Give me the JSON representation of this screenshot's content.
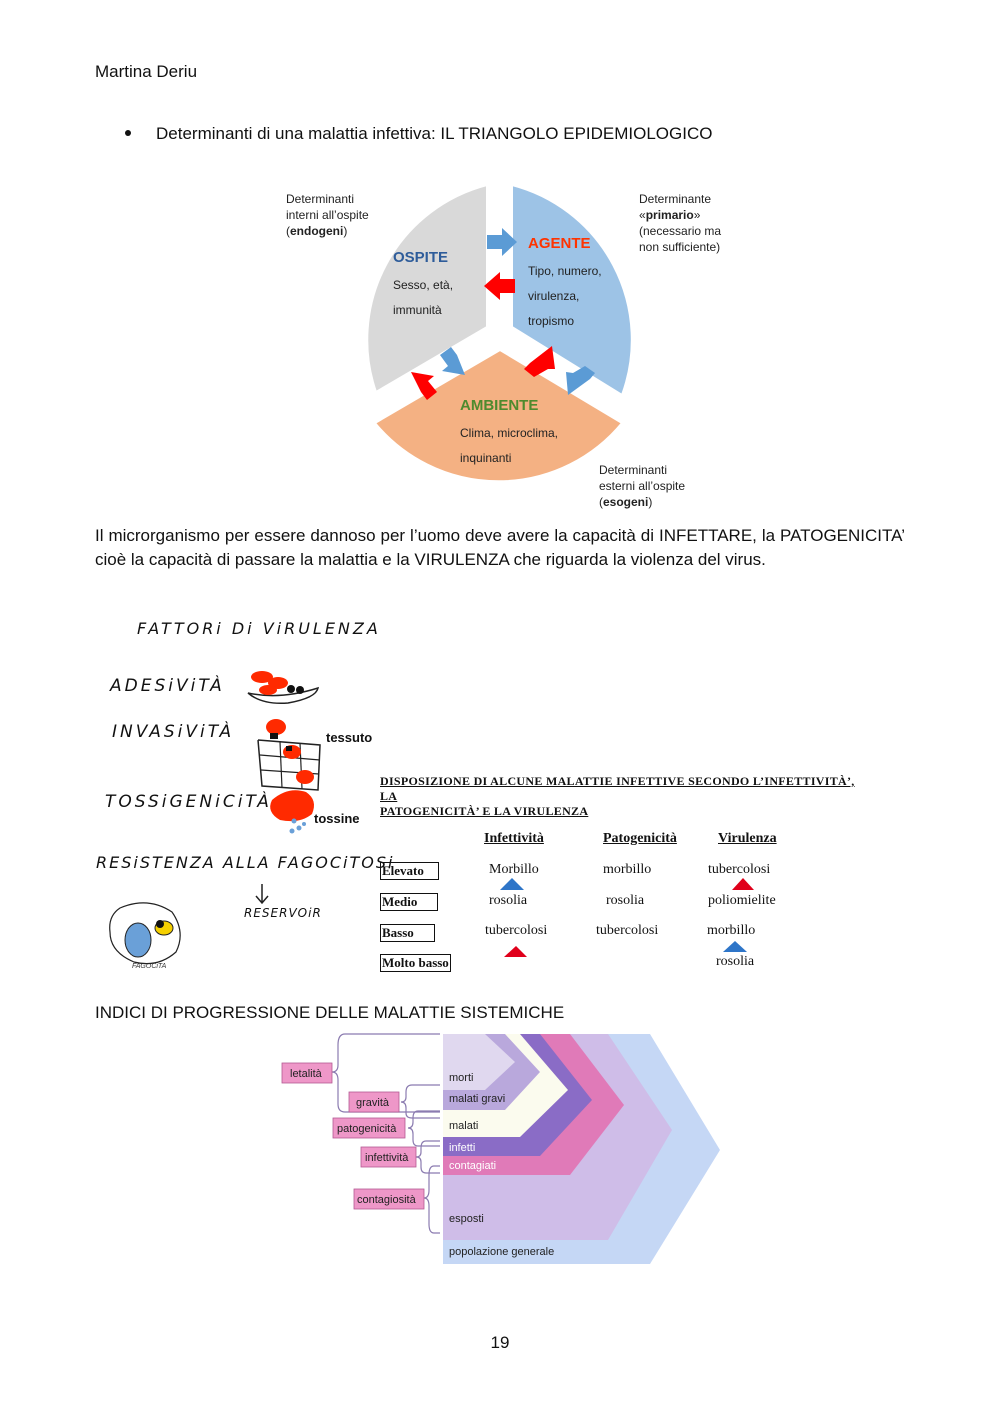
{
  "header": {
    "author": "Martina Deriu"
  },
  "bullet": {
    "text": "Determinanti di una malattia infettiva: IL TRIANGOLO EPIDEMIOLOGICO"
  },
  "triangle": {
    "ospite": {
      "title": "OSPITE",
      "l1": "Sesso, età,",
      "l2": "immunità"
    },
    "agente": {
      "title": "AGENTE",
      "l1": "Tipo, numero,",
      "l2": "virulenza,",
      "l3": "tropismo"
    },
    "ambiente": {
      "title": "AMBIENTE",
      "l1": "Clima, microclima,",
      "l2": "inquinanti"
    },
    "note_left": {
      "l1": "Determinanti",
      "l2": "interni all’ospite",
      "l3_open": "(",
      "l3_bold": "endogeni",
      "l3_close": ")"
    },
    "note_right": {
      "l1": "Determinante",
      "l2_open": "«",
      "l2_bold": "primario",
      "l2_close": "»",
      "l3": "(necessario ma",
      "l4": "non sufficiente)"
    },
    "note_bottom": {
      "l1": "Determinanti",
      "l2": "esterni all’ospite",
      "l3_open": "(",
      "l3_bold": "esogeni",
      "l3_close": ")"
    },
    "colors": {
      "ospite": "#d9d9d9",
      "agente": "#9dc3e6",
      "ambiente": "#f4b183",
      "arrow_blue": "#5b9bd5",
      "arrow_red": "#ff0000"
    }
  },
  "paragraph": "Il microrganismo per essere dannoso per l’uomo deve avere la capacità di INFETTARE, la PATOGENICITA’ cioè la capacità di passare la malattia e la VIRULENZA che riguarda la violenza del virus.",
  "sketch": {
    "title": "FATTORi Di ViRULENZA",
    "adesivita": "ADESiViTÀ",
    "invasivita": "INVASiViTÀ",
    "tessuto": "tessuto",
    "tossigenicita": "TOSSiGENiCiTÀ",
    "tossine": "tossine",
    "resistenza": "RESiSTENZA ALLA FAGOCiTOSi",
    "reservoir": "RESERVOiR",
    "fagocita": "FAGOCiTA"
  },
  "table": {
    "title_l1": "DISPOSIZIONE DI ALCUNE MALATTIE INFETTIVE SECONDO L’INFETTIVITÀ’, LA",
    "title_l2": "PATOGENICITÀ’ E LA VIRULENZA",
    "headers": [
      "Infettività",
      "Patogenicità",
      "Virulenza"
    ],
    "rows": [
      {
        "label": "Elevato",
        "cells": [
          "Morbillo",
          "morbillo",
          "tubercolosi"
        ]
      },
      {
        "label": "Medio",
        "cells": [
          "rosolia",
          "rosolia",
          "poliomielite"
        ]
      },
      {
        "label": "Basso",
        "cells": [
          "tubercolosi",
          "tubercolosi",
          "morbillo"
        ]
      },
      {
        "label": "Molto basso",
        "cells": [
          "",
          "",
          "rosolia"
        ]
      }
    ]
  },
  "section2": "INDICI DI PROGRESSIONE DELLE MALATTIE SISTEMICHE",
  "progression": {
    "left_labels": [
      "letalità",
      "gravità",
      "patogenicità",
      "infettività",
      "contagiosità"
    ],
    "band_labels": [
      "morti",
      "malati gravi",
      "malati",
      "infetti",
      "contagiati",
      "esposti",
      "popolazione generale"
    ]
  },
  "footer": {
    "page_number": "19"
  }
}
